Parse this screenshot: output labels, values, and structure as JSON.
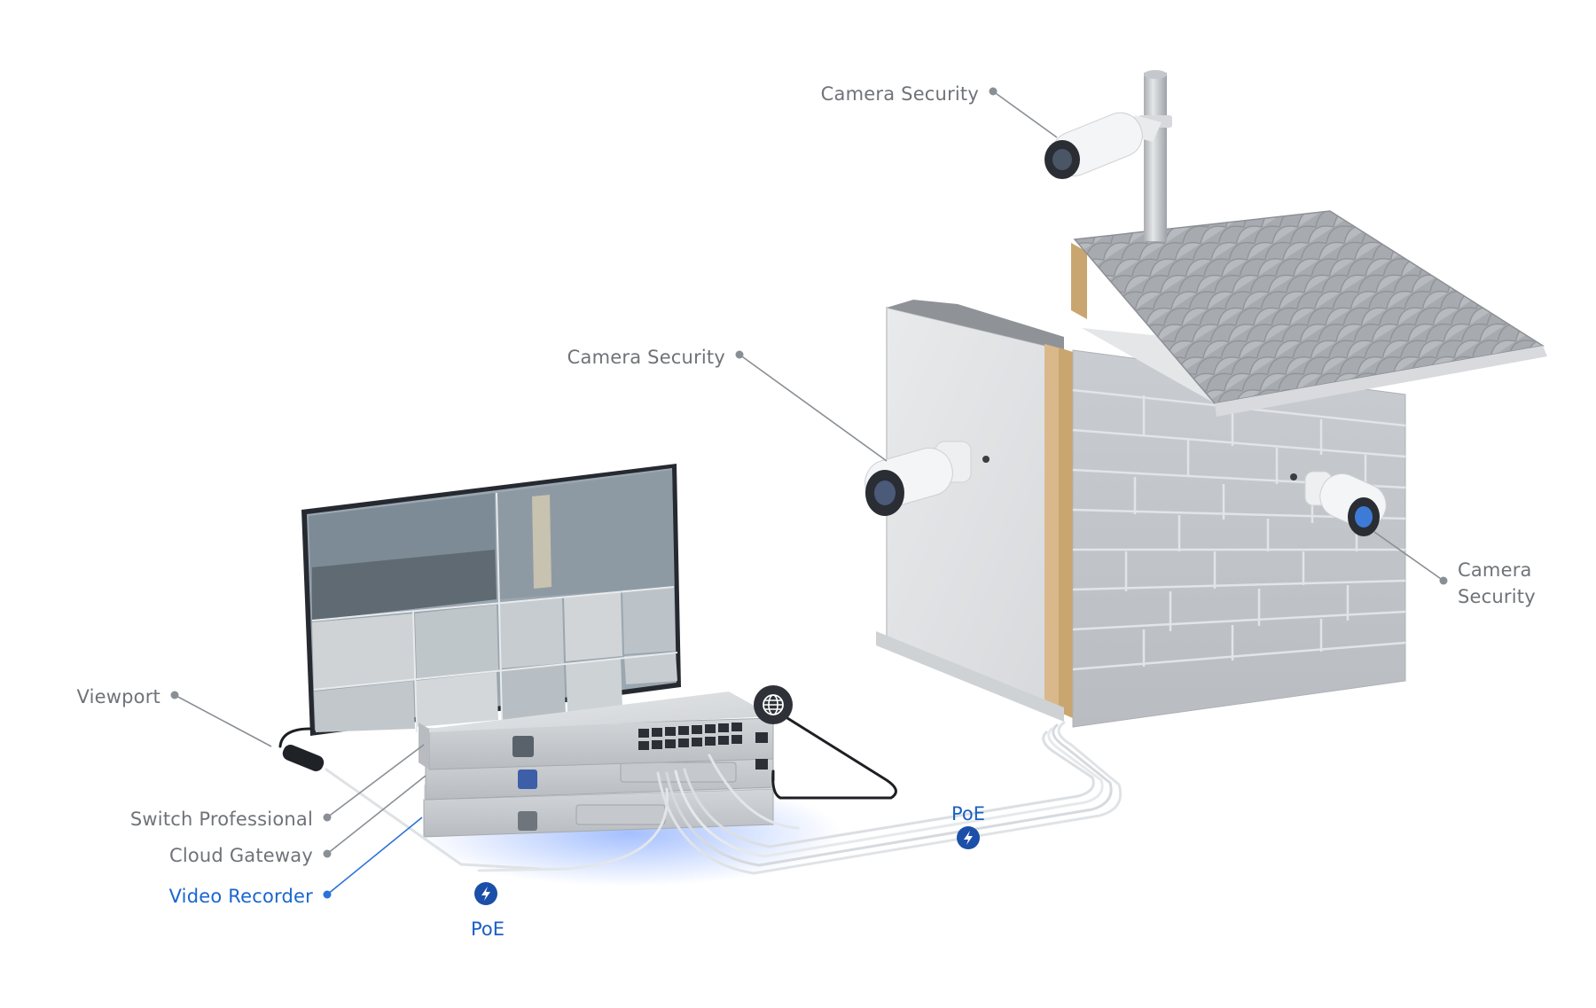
{
  "labels": {
    "camera_top": "Camera Security",
    "camera_wall": "Camera Security",
    "camera_right_line1": "Camera",
    "camera_right_line2": "Security",
    "viewport": "Viewport",
    "switch": "Switch Professional",
    "gateway": "Cloud Gateway",
    "recorder": "Video Recorder",
    "poe_right": "PoE",
    "poe_bottom": "PoE"
  },
  "colors": {
    "accent": "#1a66d0",
    "label_gray": "#6f7378",
    "poe_badge": "#1b4fa8",
    "recorder_glow": "#5b8cff"
  },
  "icons": {
    "poe": "lightning-bolt-icon",
    "internet": "globe-icon"
  }
}
